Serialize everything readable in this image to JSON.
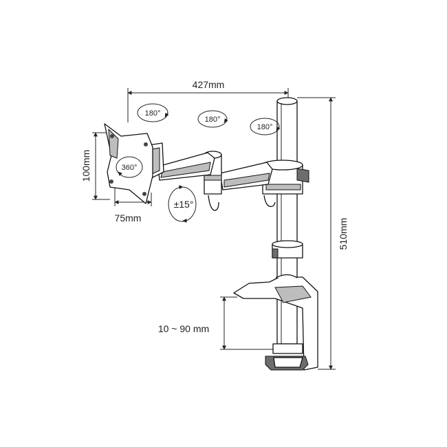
{
  "dimensions": {
    "arm_reach": "427mm",
    "vesa_vertical": "100mm",
    "vesa_horizontal": "75mm",
    "total_height": "510mm",
    "clamp_range": "10 ~ 90 mm"
  },
  "rotations": {
    "swivel_1": "180°",
    "swivel_2": "180°",
    "swivel_3": "180°",
    "rotation": "360°",
    "tilt": "±15°"
  }
}
